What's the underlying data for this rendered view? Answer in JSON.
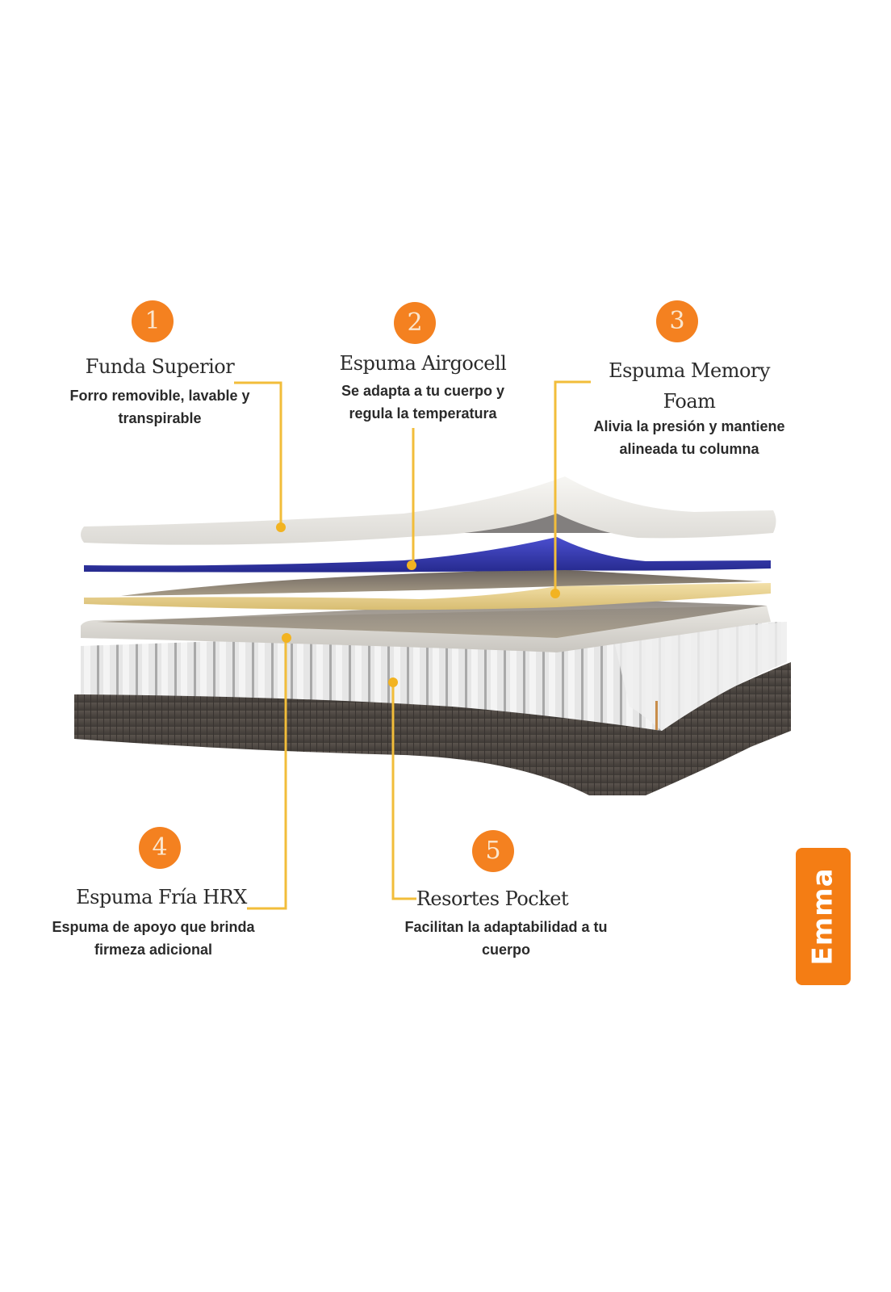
{
  "diagram": {
    "subject": "Mattress layers",
    "accent_color": "#f48120",
    "leader_line_color": "#f2bd3a",
    "layers": [
      {
        "number": "1",
        "title": "Funda Superior",
        "description_line1": "Forro removible, lavable y",
        "description_line2": "transpirable",
        "layer_color": "#ecebe7"
      },
      {
        "number": "2",
        "title": "Espuma Airgocell",
        "description_line1": "Se adapta a tu cuerpo y",
        "description_line2": "regula la temperatura",
        "layer_color": "#3a3db0"
      },
      {
        "number": "3",
        "title_line1": "Espuma Memory",
        "title_line2": "Foam",
        "description_line1": "Alivia la presión y mantiene",
        "description_line2": "alineada tu columna",
        "layer_color": "#ecd79a"
      },
      {
        "number": "4",
        "title": "Espuma Fría HRX",
        "description_line1": "Espuma de apoyo que brinda",
        "description_line2": "firmeza adicional",
        "layer_color": "#d9d6d0"
      },
      {
        "number": "5",
        "title": "Resortes Pocket",
        "description_line1": "Facilitan la adaptabilidad a tu",
        "description_line2": "cuerpo",
        "layer_color": "#dcdcdc"
      }
    ],
    "base_color": "#4a4541"
  },
  "brand": {
    "logo_text": "Emma",
    "logo_color": "#f47d14"
  }
}
